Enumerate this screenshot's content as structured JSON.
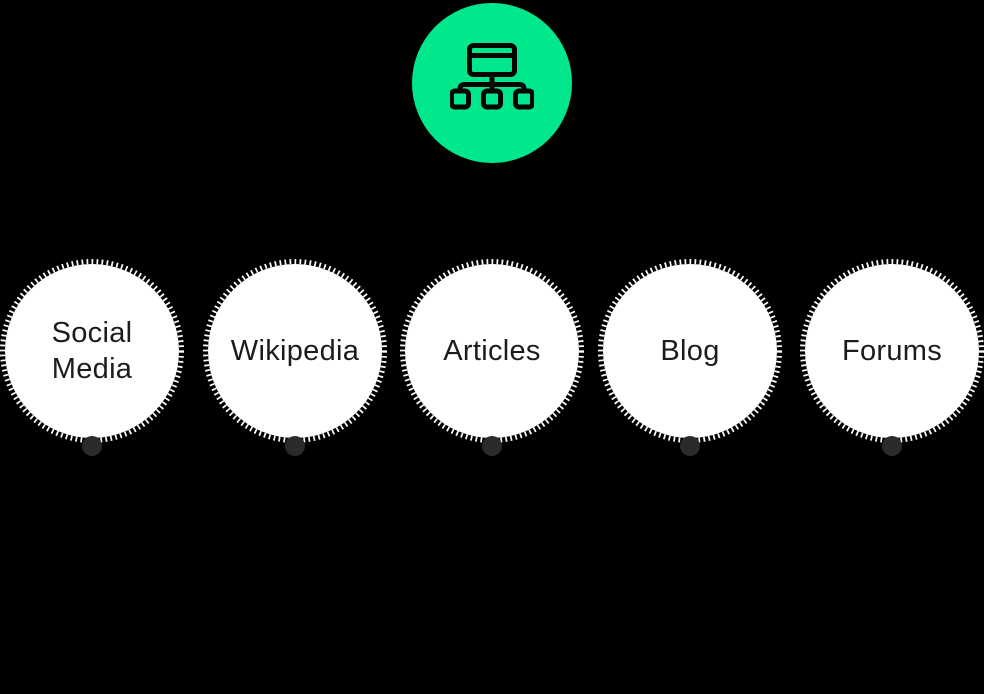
{
  "diagram": {
    "type": "sitemap",
    "root": {
      "icon": "sitemap-icon"
    },
    "nodes": [
      {
        "label": "Social Media"
      },
      {
        "label": "Wikipedia"
      },
      {
        "label": "Articles"
      },
      {
        "label": "Blog"
      },
      {
        "label": "Forums"
      }
    ]
  },
  "colors": {
    "bg": "#000000",
    "root-fill": "#00E88B",
    "icon-stroke": "#050505",
    "node-fill": "#FFFFFF",
    "node-text": "#1C1C1C",
    "handle": "#2B2B2B"
  }
}
